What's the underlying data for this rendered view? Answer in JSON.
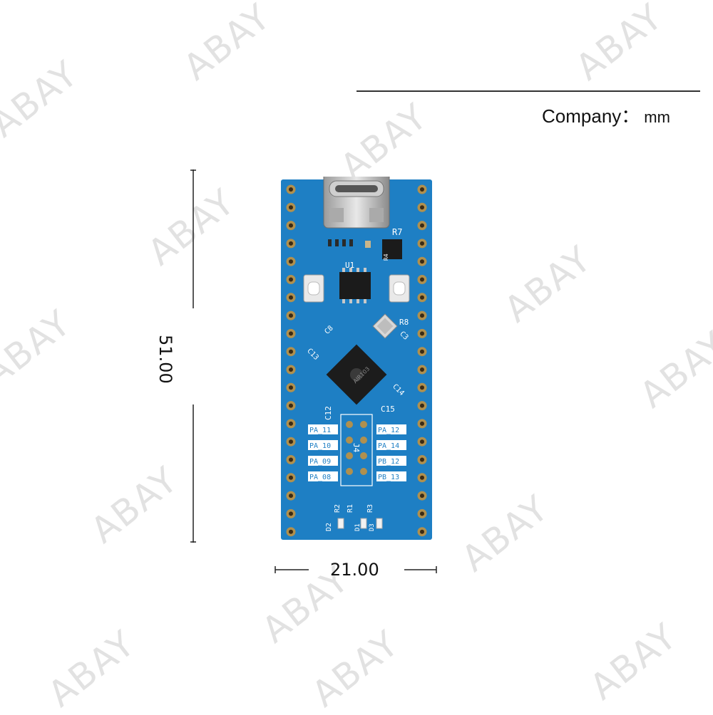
{
  "watermark": {
    "text": "ABAY"
  },
  "unit_label": {
    "prefix": "Company：",
    "unit": "mm"
  },
  "dimensions": {
    "height": "51.00",
    "width": "21.00"
  },
  "board": {
    "chip_label": "AIR103",
    "ic_u1": "U1",
    "resistors": [
      "R7",
      "R8",
      "R2",
      "R1",
      "R3",
      "R4"
    ],
    "capacitors": [
      "C12",
      "C15",
      "C14",
      "C13",
      "C3",
      "C8"
    ],
    "leds": [
      "D2",
      "D1",
      "D3"
    ],
    "header": "J4",
    "pins_left": [
      "PA_11",
      "PA_10",
      "PA_09",
      "PA_08"
    ],
    "pins_right": [
      "PA_12",
      "PA_14",
      "PB_12",
      "PB_13"
    ],
    "colors": {
      "pcb": "#1e7fc4",
      "pad": "#b0904e",
      "silk": "#ffffff"
    }
  }
}
